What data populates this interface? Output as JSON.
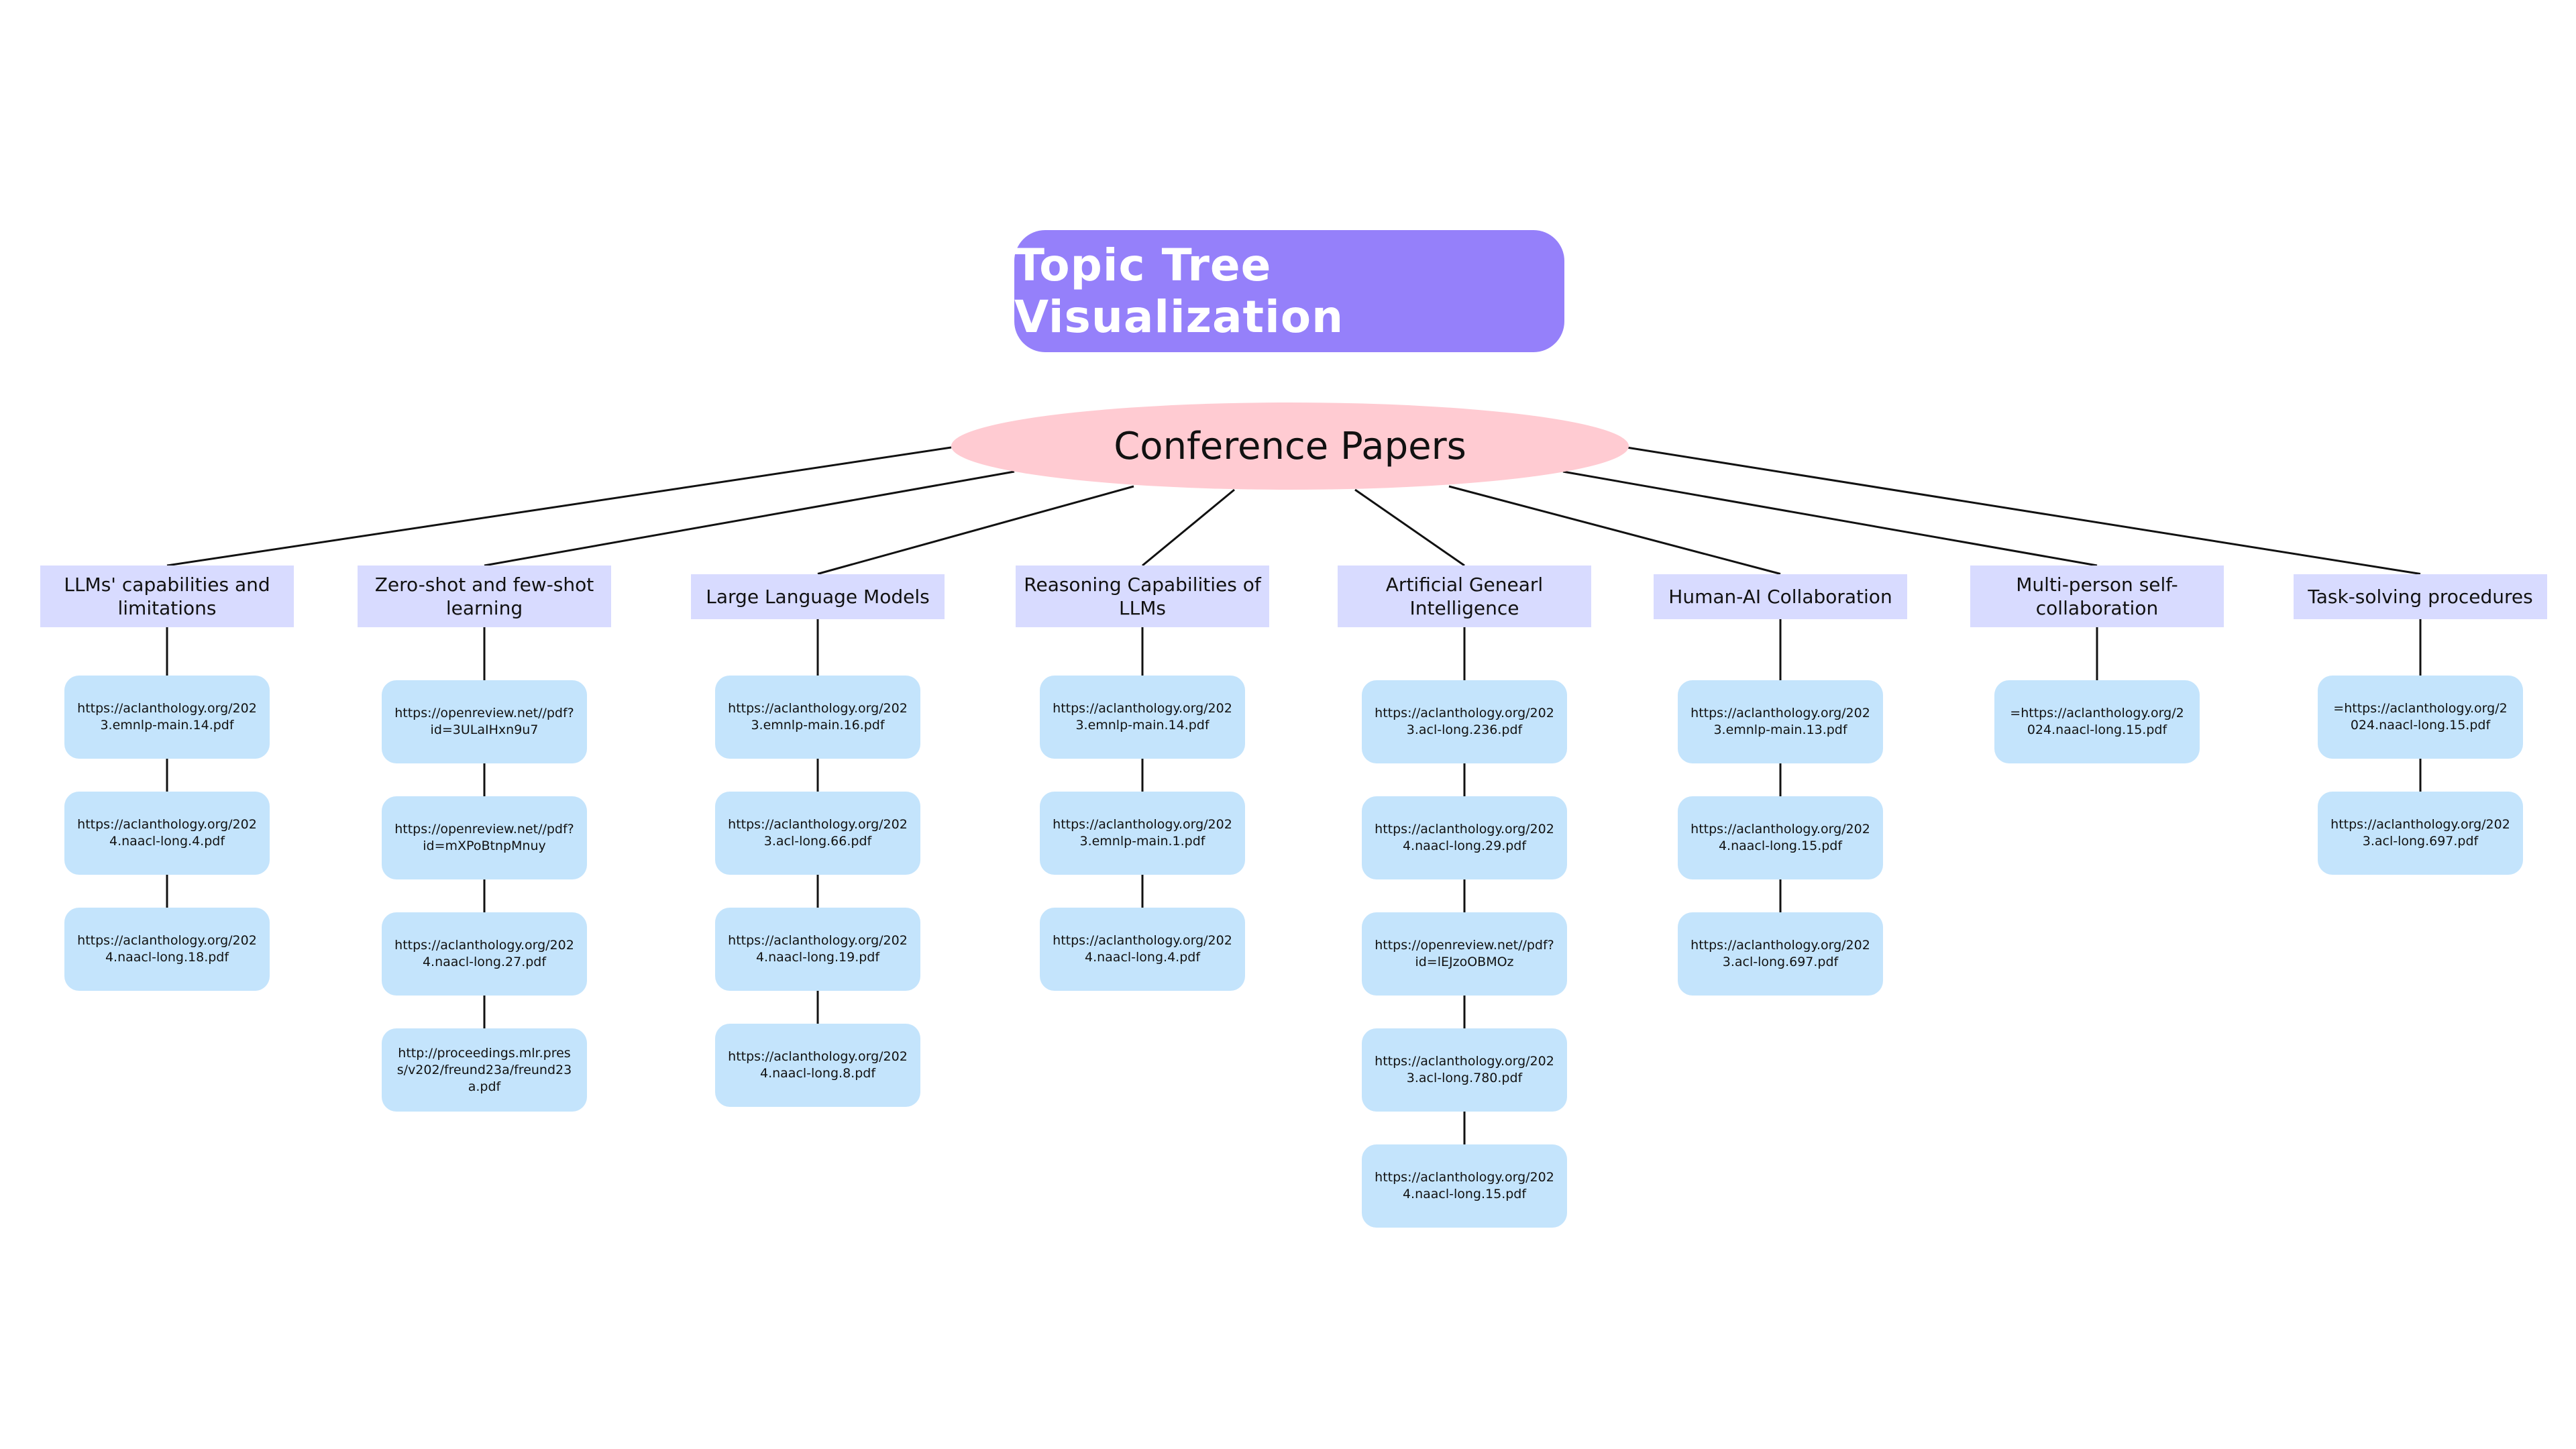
{
  "title": "Topic Tree Visualization",
  "root": {
    "label": "Conference Papers"
  },
  "branches": [
    {
      "label": "LLMs' capabilities and limitations",
      "papers": [
        "https://aclanthology.org/2023.emnlp-main.14.pdf",
        "https://aclanthology.org/2024.naacl-long.4.pdf",
        "https://aclanthology.org/2024.naacl-long.18.pdf"
      ]
    },
    {
      "label": "Zero-shot and few-shot learning",
      "papers": [
        "https://openreview.net//pdf?id=3ULaIHxn9u7",
        "https://openreview.net//pdf?id=mXPoBtnpMnuy",
        "https://aclanthology.org/2024.naacl-long.27.pdf",
        "http://proceedings.mlr.press/v202/freund23a/freund23a.pdf"
      ]
    },
    {
      "label": "Large Language Models",
      "papers": [
        "https://aclanthology.org/2023.emnlp-main.16.pdf",
        "https://aclanthology.org/2023.acl-long.66.pdf",
        "https://aclanthology.org/2024.naacl-long.19.pdf",
        "https://aclanthology.org/2024.naacl-long.8.pdf"
      ]
    },
    {
      "label": "Reasoning Capabilities of LLMs",
      "papers": [
        "https://aclanthology.org/2023.emnlp-main.14.pdf",
        "https://aclanthology.org/2023.emnlp-main.1.pdf",
        "https://aclanthology.org/2024.naacl-long.4.pdf"
      ]
    },
    {
      "label": "Artificial Genearl Intelligence",
      "papers": [
        "https://aclanthology.org/2023.acl-long.236.pdf",
        "https://aclanthology.org/2024.naacl-long.29.pdf",
        "https://openreview.net//pdf?id=lEJzoOBMOz",
        "https://aclanthology.org/2023.acl-long.780.pdf",
        "https://aclanthology.org/2024.naacl-long.15.pdf"
      ]
    },
    {
      "label": "Human-AI Collaboration",
      "papers": [
        "https://aclanthology.org/2023.emnlp-main.13.pdf",
        "https://aclanthology.org/2024.naacl-long.15.pdf",
        "https://aclanthology.org/2023.acl-long.697.pdf"
      ]
    },
    {
      "label": "Multi-person self-collaboration",
      "papers": [
        "=https://aclanthology.org/2024.naacl-long.15.pdf"
      ]
    },
    {
      "label": "Task-solving procedures",
      "papers": [
        "=https://aclanthology.org/2024.naacl-long.15.pdf",
        "https://aclanthology.org/2023.acl-long.697.pdf"
      ]
    }
  ]
}
